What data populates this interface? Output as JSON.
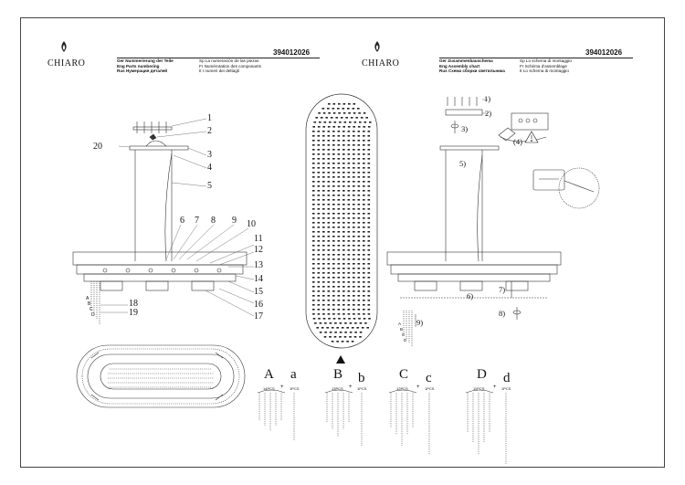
{
  "brand": "CHIARO",
  "product_code": "394012026",
  "left_header": {
    "col1": [
      "Ger Nummerierung der Teile",
      "Eng Parts numbering",
      "Rus Нумерация деталей"
    ],
    "col2": [
      "Sp La numeración de las piezas",
      "Fr Numérotation des composants",
      "It I numeri dei dettagli"
    ]
  },
  "right_header": {
    "col1": [
      "Ger Zusammenbauschema",
      "Eng Assembly chart",
      "Rus Схема сборки светильника"
    ],
    "col2": [
      "Sp Lo schema di montaggio",
      "Fr Schéma d'assemblage",
      "It Lo schema di montaggio"
    ]
  },
  "part_numbers": [
    "1",
    "2",
    "3",
    "4",
    "5",
    "6",
    "7",
    "8",
    "9",
    "10",
    "11",
    "12",
    "13",
    "14",
    "15",
    "16",
    "17",
    "18",
    "19",
    "20"
  ],
  "chain_letters": [
    "A",
    "B",
    "C",
    "D"
  ],
  "step_labels": [
    "1)",
    "2)",
    "3)",
    "(4)",
    "5)",
    "6)",
    "7)",
    "8)",
    "9)"
  ],
  "sets": [
    {
      "big": "A",
      "small": "a",
      "big_pcs": "14PCS",
      "small_pcs": "1PCS"
    },
    {
      "big": "B",
      "small": "b",
      "big_pcs": "13PCS",
      "small_pcs": "1PCS"
    },
    {
      "big": "C",
      "small": "c",
      "big_pcs": "12PCS",
      "small_pcs": "1PCS"
    },
    {
      "big": "D",
      "small": "d",
      "big_pcs": "11PCS",
      "small_pcs": "1PCS"
    }
  ],
  "plus_sign": "+",
  "warning_icon": "warning-triangle-icon",
  "logo_icon": "chiaro-flame-icon"
}
